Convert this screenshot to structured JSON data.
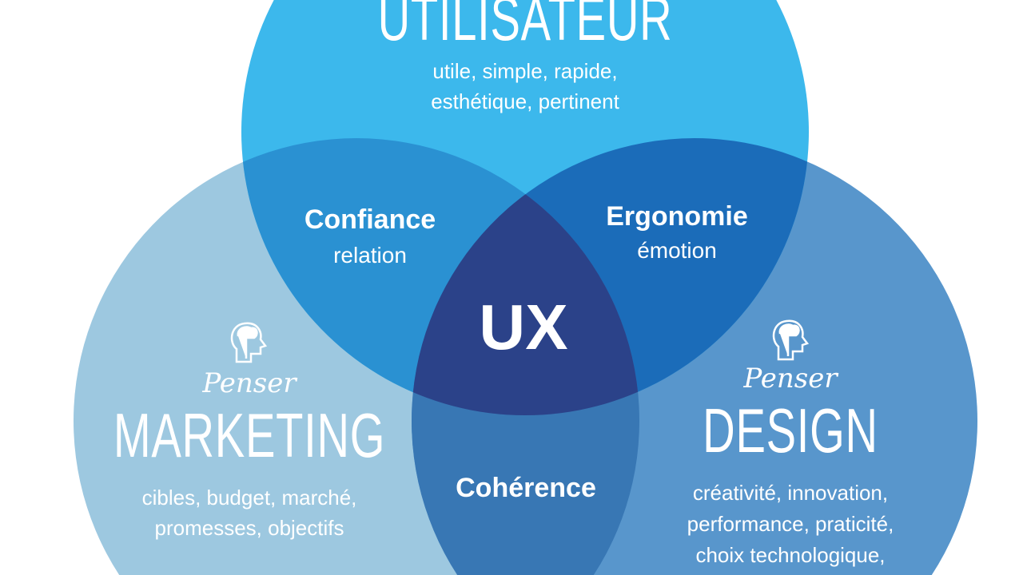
{
  "colors": {
    "top": "#3cb8ec",
    "left": "#9dc8e0",
    "right": "#5896cc",
    "top_left": "#2a91d2",
    "top_right": "#1b6cb9",
    "left_right": "#3877b4",
    "center": "#2b4289"
  },
  "top": {
    "title": "UTILISATEUR",
    "keywords": [
      "utile, simple, rapide,",
      "esthétique, pertinent"
    ]
  },
  "top_left": {
    "title": "Confiance",
    "subtitle": "relation"
  },
  "top_right": {
    "title": "Ergonomie",
    "subtitle": "émotion"
  },
  "center": {
    "title": "UX"
  },
  "left": {
    "prefix": "Penser",
    "title": "MARKETING",
    "keywords": [
      "cibles, budget, marché,",
      "promesses, objectifs"
    ]
  },
  "right": {
    "prefix": "Penser",
    "title": "DESIGN",
    "keywords": [
      "créativité, innovation,",
      "performance, praticité,",
      "choix technologique,"
    ]
  },
  "left_right": {
    "title": "Cohérence"
  }
}
